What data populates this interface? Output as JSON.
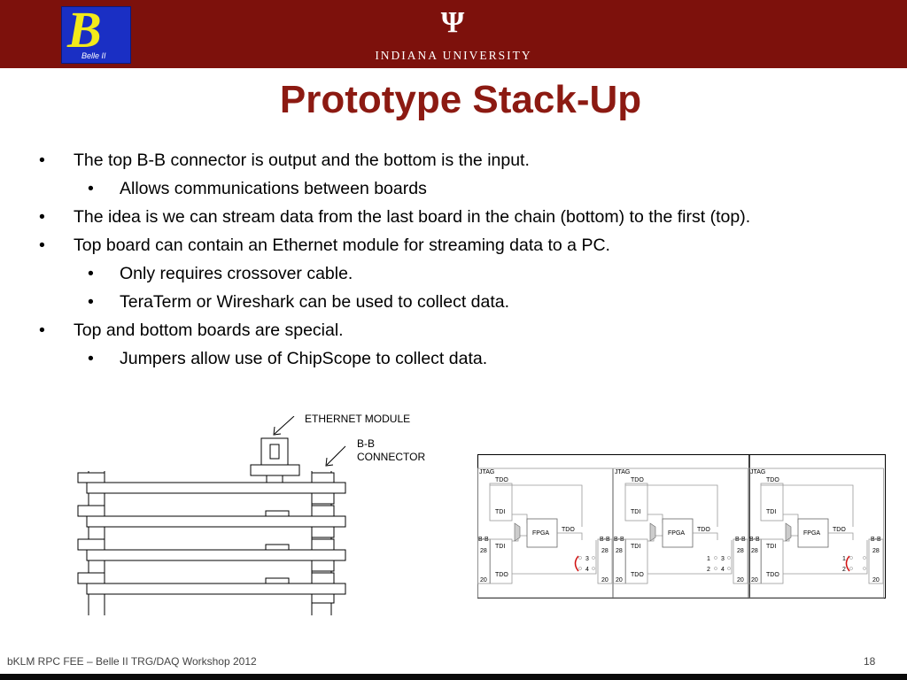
{
  "header": {
    "logo_text": "B",
    "logo_sub": "Belle II",
    "trident": "Ψ",
    "university": "INDIANA UNIVERSITY"
  },
  "slide": {
    "title": "Prototype Stack-Up",
    "bullets": [
      {
        "level": 1,
        "text": "The top B-B connector is output and the bottom is the input."
      },
      {
        "level": 2,
        "text": "Allows communications between boards"
      },
      {
        "level": 1,
        "text": "The idea is we can stream data from the last board in the chain (bottom) to the first (top)."
      },
      {
        "level": 1,
        "text": "Top board can contain an Ethernet module for streaming data to a PC."
      },
      {
        "level": 2,
        "text": "Only requires crossover cable."
      },
      {
        "level": 2,
        "text": "TeraTerm or Wireshark can be used to collect data."
      },
      {
        "level": 1,
        "text": "Top and bottom boards are special."
      },
      {
        "level": 2,
        "text": "Jumpers allow use of ChipScope to collect data."
      }
    ],
    "bullet_symbol": "•"
  },
  "stack_diagram": {
    "ethernet_label": "ETHERNET MODULE",
    "bb_label_line1": "B-B",
    "bb_label_line2": "CONNECTOR"
  },
  "schematic": {
    "jtag": "JTAG",
    "tdo": "TDO",
    "tdi": "TDI",
    "fpga": "FPGA",
    "bb": "B-B",
    "pin28": "28",
    "pin20": "20",
    "j1": "1",
    "j2": "2",
    "j3": "3",
    "j4": "4"
  },
  "footer": {
    "left": "bKLM RPC FEE – Belle II TRG/DAQ Workshop 2012",
    "page": "18"
  },
  "colors": {
    "banner": "#7d110c",
    "title": "#8c1a12",
    "logo_bg": "#1a2fc4",
    "logo_fg": "#f2ea1a"
  }
}
